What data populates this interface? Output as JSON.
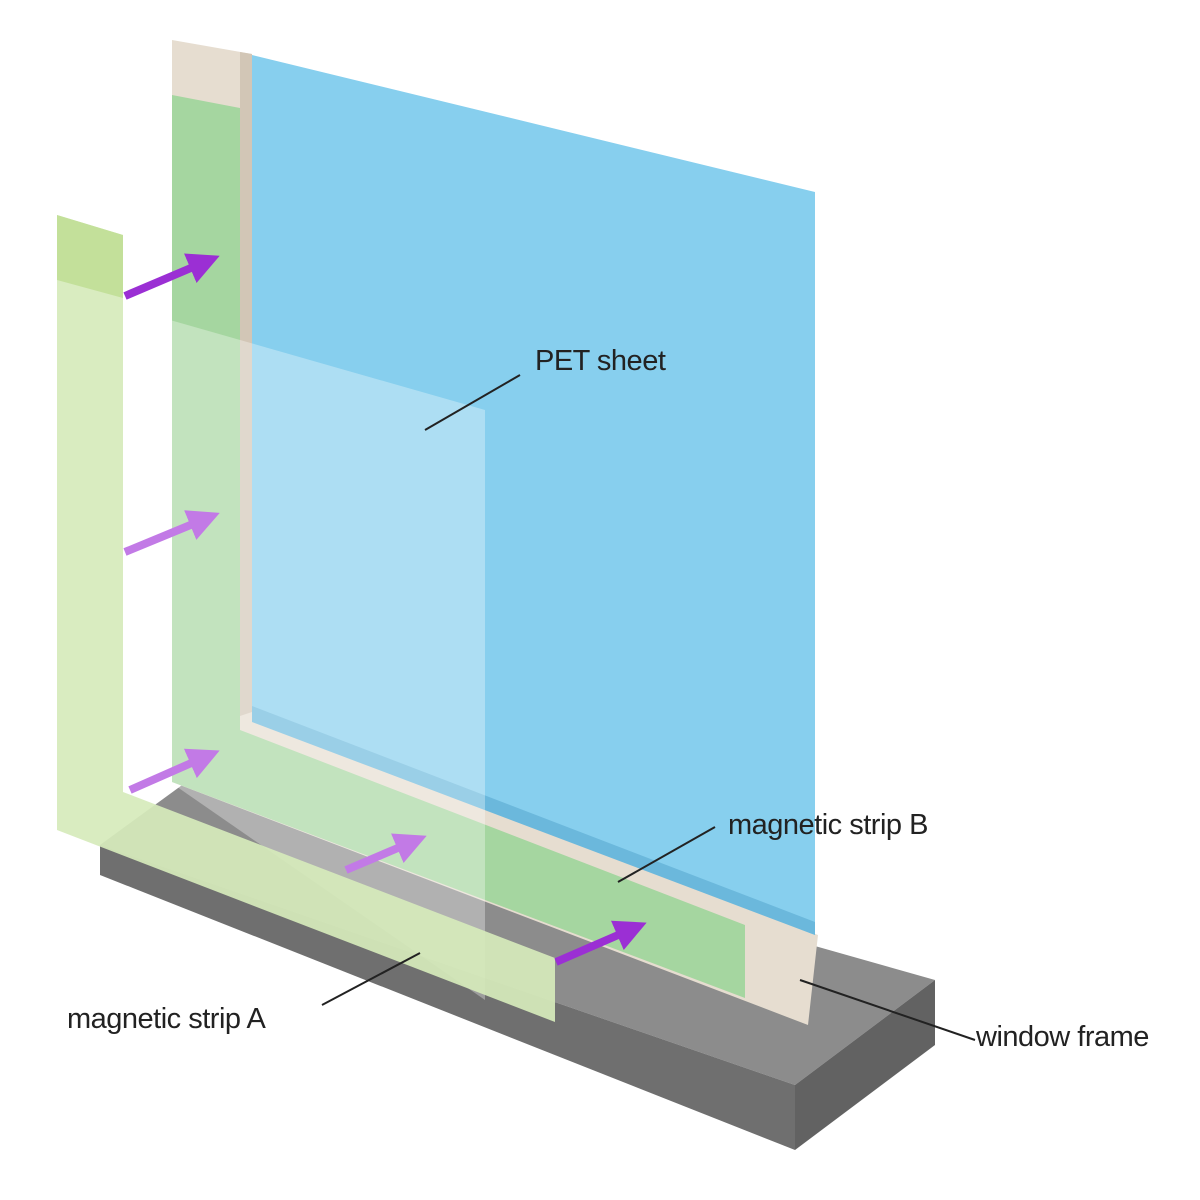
{
  "labels": {
    "pet_sheet": "PET sheet",
    "strip_b": "magnetic strip B",
    "strip_a": "magnetic strip A",
    "window_frame": "window frame"
  },
  "colors": {
    "pet_sheet": "#87cfee",
    "strip_b": "#a5d6a0",
    "strip_a": "#d6eabb",
    "window_frame": "#e6ddd0",
    "base": "#7a7a7a",
    "arrow_dark": "#9b2fd4",
    "arrow_light": "#c27ae6"
  }
}
